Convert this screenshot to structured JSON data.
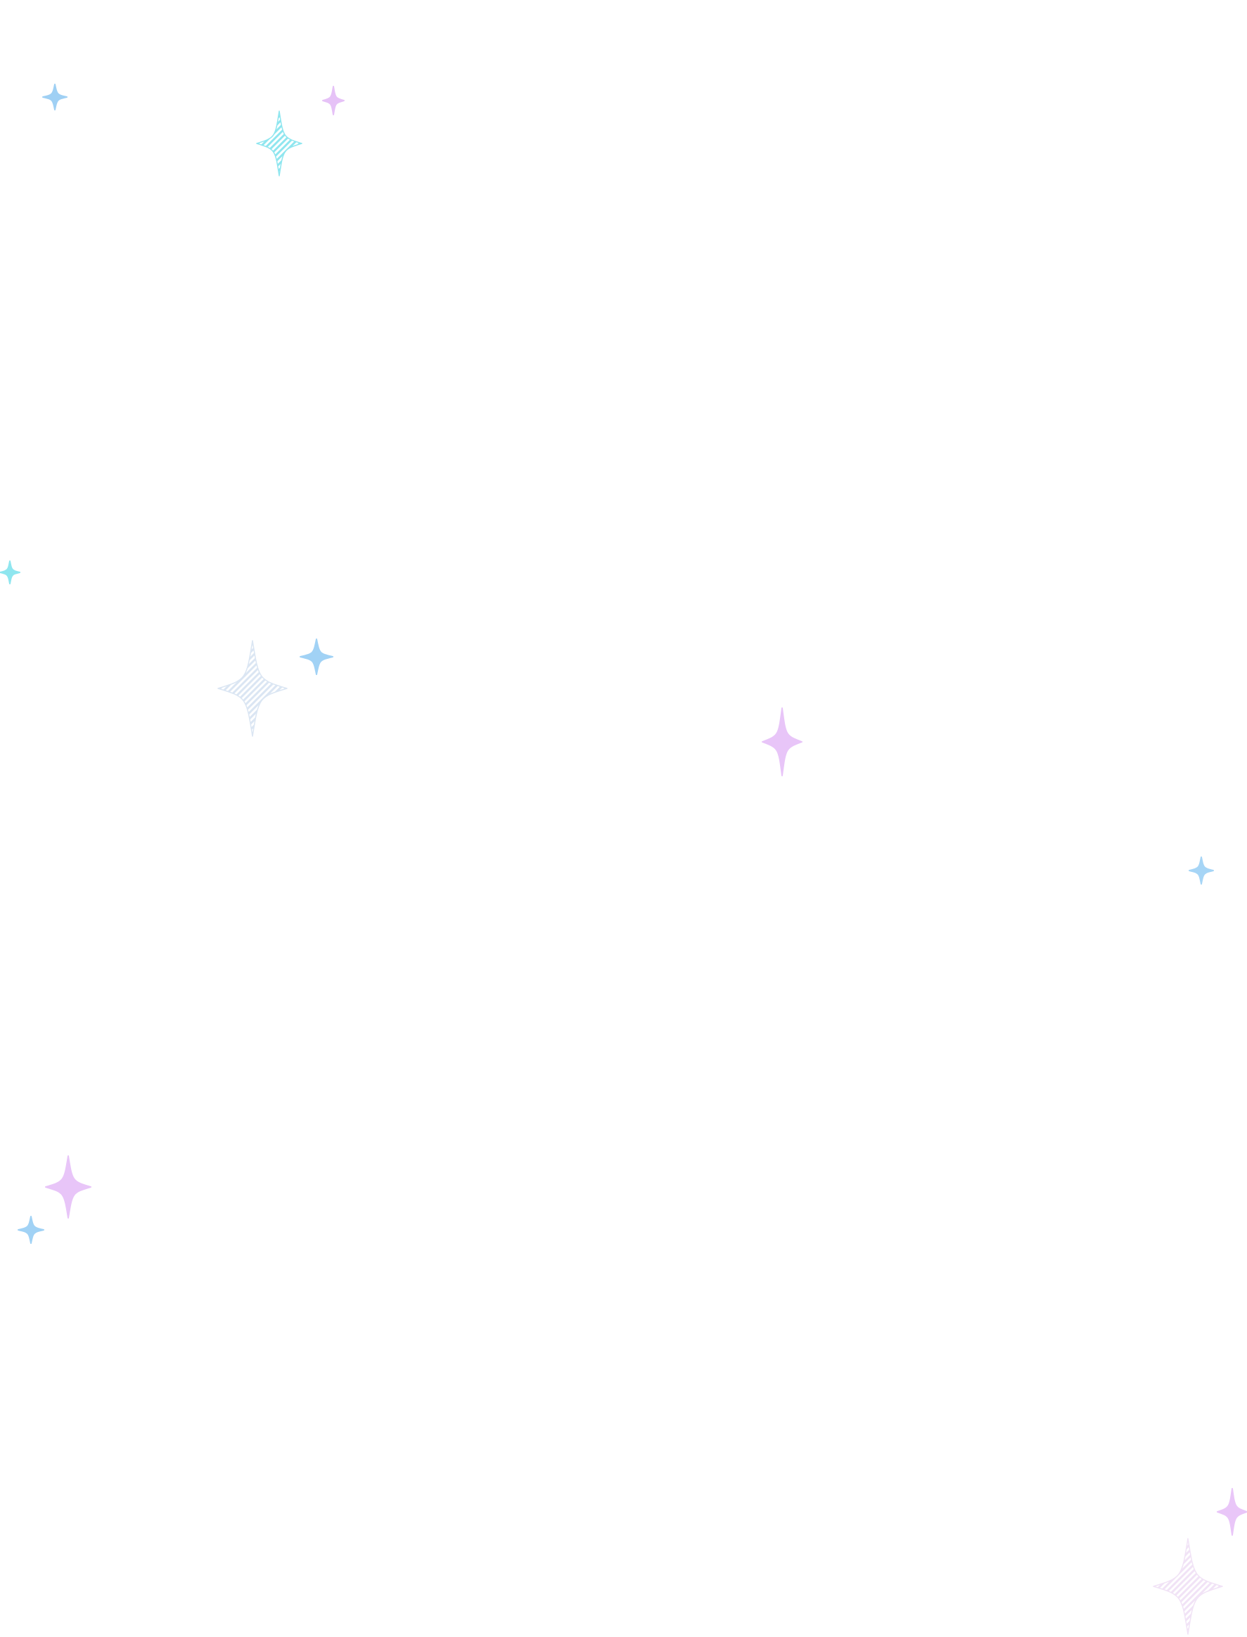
{
  "background_color": "#ffffff",
  "sparkles": [
    {
      "icon": "sparkle-icon",
      "color": "#9fd0f4",
      "style": "solid"
    },
    {
      "icon": "sparkle-icon",
      "color": "#e6c2f7",
      "style": "solid"
    },
    {
      "icon": "sparkle-icon",
      "color": "#8fe6ef",
      "style": "hatched"
    },
    {
      "icon": "sparkle-icon",
      "color": "#8fe6ef",
      "style": "solid"
    },
    {
      "icon": "sparkle-icon",
      "color": "#dbe6f3",
      "style": "hatched"
    },
    {
      "icon": "sparkle-icon",
      "color": "#a1d2f5",
      "style": "solid"
    },
    {
      "icon": "sparkle-icon",
      "color": "#e8c5f8",
      "style": "solid"
    },
    {
      "icon": "sparkle-icon",
      "color": "#a6d5f6",
      "style": "solid"
    },
    {
      "icon": "sparkle-icon",
      "color": "#e8c5f8",
      "style": "solid"
    },
    {
      "icon": "sparkle-icon",
      "color": "#a1d2f5",
      "style": "solid"
    },
    {
      "icon": "sparkle-icon",
      "color": "#e9c6f8",
      "style": "solid"
    },
    {
      "icon": "sparkle-icon",
      "color": "#f1e3f6",
      "style": "hatched"
    }
  ]
}
